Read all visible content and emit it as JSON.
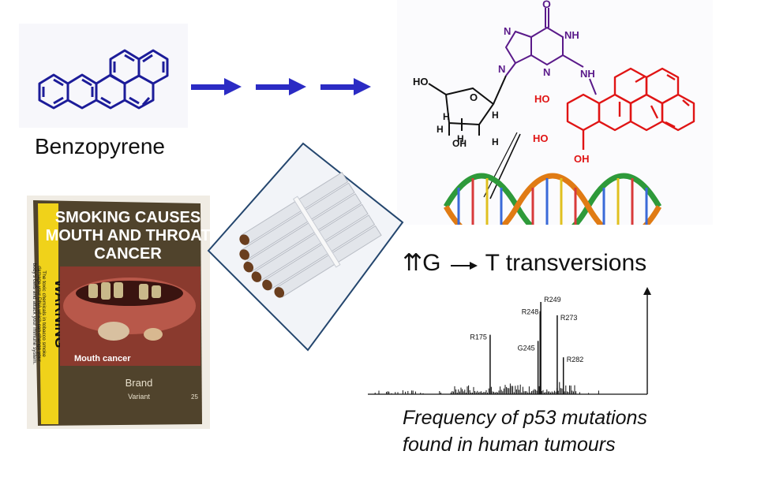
{
  "benzopyrene": {
    "label": "Benzopyrene"
  },
  "adduct": {
    "atoms": {
      "o_top": "O",
      "n7": "N",
      "nh1": "NH",
      "n3": "N",
      "n9": "N",
      "nh_link": "NH",
      "ho_sugar": "HO",
      "o_ring": "O",
      "h1": "H",
      "h2": "H",
      "h3": "H",
      "h4": "H",
      "oh_sugar": "OH",
      "h5": "H",
      "ho_bp1": "HO",
      "ho_bp2": "HO",
      "oh_bp": "OH"
    }
  },
  "pack": {
    "headline": [
      "SMOKING CAUSES",
      "MOUTH AND THROAT",
      "CANCER"
    ],
    "warning": "WARNING",
    "warning_text": [
      "The toxic chemicals in tobacco smoke",
      "damage your DNA which can change your",
      "body's cells and attack your immune system."
    ],
    "photo_caption": "Mouth cancer",
    "brand": "Brand",
    "variant": "Variant",
    "count": "25"
  },
  "mutation": {
    "prefix": "⇈G",
    "label": "T transversions"
  },
  "spectrum": {
    "hotspots": [
      {
        "label": "R175",
        "codon": 175,
        "height": 0.58
      },
      {
        "label": "G245",
        "codon": 245,
        "height": 0.52
      },
      {
        "label": "R248",
        "codon": 248,
        "height": 0.81
      },
      {
        "label": "R249",
        "codon": 249,
        "height": 0.9
      },
      {
        "label": "R273",
        "codon": 273,
        "height": 0.77
      },
      {
        "label": "R282",
        "codon": 282,
        "height": 0.36
      }
    ]
  },
  "caption": {
    "line1": "Frequency of p53 mutations",
    "line2": "found in human tumours"
  },
  "colors": {
    "benzo_blue": "#1c1c99",
    "arrow_blue": "#2b2bc4",
    "guanine_purple": "#5a1a8a",
    "benzo_red": "#e01414",
    "pack_olive": "#50432c",
    "warning_yellow": "#f0d21a"
  }
}
